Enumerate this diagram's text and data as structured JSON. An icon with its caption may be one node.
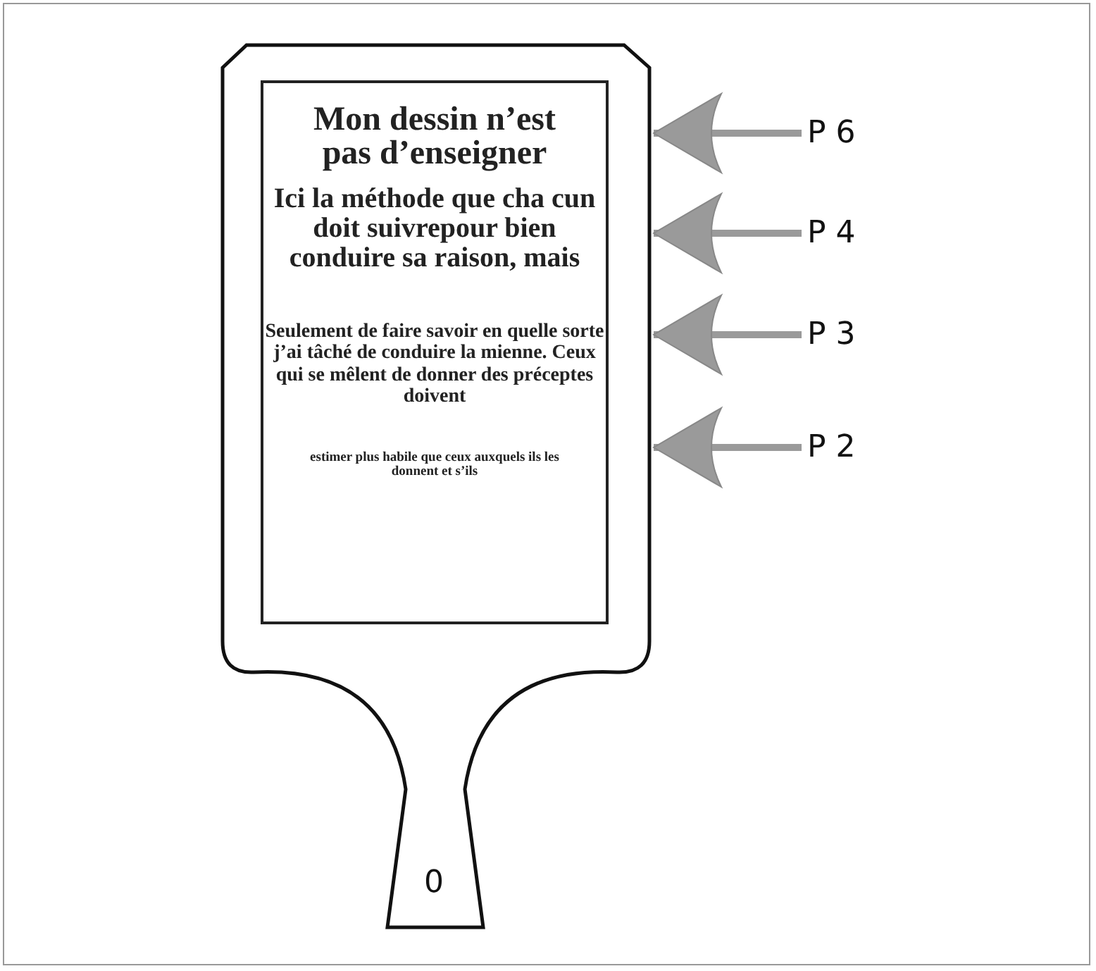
{
  "diagram": {
    "nodes": [
      {
        "text": [
          "0"
        ]
      },
      {
        "text": [
          "Mon dessin n’est pas d’enseigner",
          "Ici la méthode que cha cun doit suivrepour bien conduire sa raison, mais",
          "Seulement de faire savoir en quelle sorte j’ai tâché de conduire la mienne. Ceux qui se mêlent de donner des préceptes doivent",
          "estimer plus habile que ceux auxquels ils les donnent et s’ils"
        ],
        "in": 0
      },
      {
        "text": [
          "P 6"
        ]
      },
      {
        "text": [
          "P 4"
        ]
      },
      {
        "text": [
          "P 3"
        ]
      },
      {
        "text": [
          "P 2"
        ]
      }
    ],
    "edges": [
      {
        "from": 2,
        "to": 0,
        "arrow": "to"
      },
      {
        "from": 3,
        "to": 0,
        "arrow": "to"
      },
      {
        "from": 4,
        "to": 0,
        "arrow": "to"
      },
      {
        "from": 5,
        "to": 0,
        "arrow": "to"
      }
    ]
  }
}
